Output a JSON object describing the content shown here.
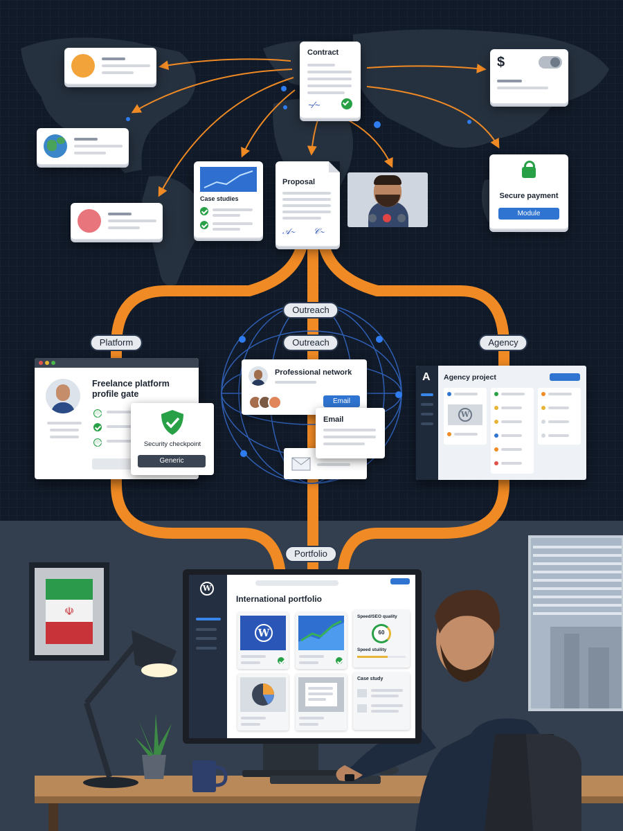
{
  "top": {
    "contract": {
      "title": "Contract"
    },
    "billing": {
      "currency_symbol": "$"
    },
    "secure_payment": {
      "title": "Secure payment",
      "button_label": "Module"
    },
    "case_studies": {
      "title": "Case studies"
    },
    "proposal": {
      "title": "Proposal"
    }
  },
  "channels": {
    "platform": {
      "label": "Platform",
      "title": "Freelance platform profile gate",
      "security": {
        "title": "Security checkpoint",
        "button_label": "Generic"
      }
    },
    "outreach": {
      "label_top": "Outreach",
      "label_mid": "Outreach",
      "network": {
        "title": "Professional network",
        "button_label": "Email"
      },
      "email": {
        "title": "Email"
      }
    },
    "agency": {
      "label": "Agency",
      "title": "Agency project",
      "logo_letter": "A"
    }
  },
  "portfolio": {
    "label": "Portfolio",
    "title": "International portfolio",
    "widget_quality": "Speed/SEO quality",
    "score": "60",
    "widget_speed": "Speed stuility",
    "case_study": "Case study"
  },
  "colors": {
    "accent_orange": "#f08a24",
    "button_blue": "#2f74d0",
    "check_green": "#27a046",
    "night": "#0f1826"
  }
}
